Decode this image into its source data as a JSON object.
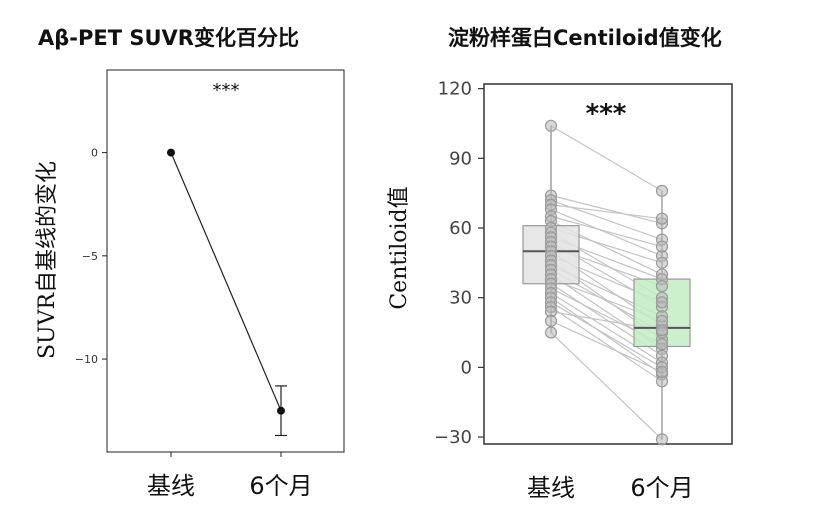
{
  "chart_data": [
    {
      "type": "line",
      "title": "Aβ-PET SUVR变化百分比",
      "ylabel": "SUVR自基线的变化",
      "xlabel": "",
      "categories": [
        "基线",
        "6个月"
      ],
      "values": [
        0,
        -12.5
      ],
      "error": [
        0,
        1.2
      ],
      "yticks": [
        0,
        -5,
        -10
      ],
      "ylim": [
        -14.5,
        4
      ],
      "annotation": "***",
      "grid": false
    },
    {
      "type": "box",
      "title": "淀粉样蛋白Centiloid值变化",
      "ylabel": "Centiloid值",
      "xlabel": "",
      "categories": [
        "基线",
        "6个月"
      ],
      "yticks": [
        120,
        90,
        60,
        30,
        0,
        -30
      ],
      "ylim": [
        -33,
        122
      ],
      "annotation": "***",
      "colors": {
        "baseline_box": "#e3e3e3",
        "month6_box": "#c2edc2",
        "lines": "#c4c4c4",
        "points": "#9a9a9a"
      },
      "boxes": [
        {
          "category": "基线",
          "whisker_low": 15,
          "q1": 36,
          "median": 50,
          "q3": 61,
          "whisker_high": 104
        },
        {
          "category": "6个月",
          "whisker_low": -31,
          "q1": 9,
          "median": 17,
          "q3": 38,
          "whisker_high": 76
        }
      ],
      "paired_points": [
        [
          104,
          76
        ],
        [
          74,
          62
        ],
        [
          72,
          55
        ],
        [
          70,
          64
        ],
        [
          68,
          48
        ],
        [
          65,
          52
        ],
        [
          63,
          40
        ],
        [
          60,
          45
        ],
        [
          58,
          30
        ],
        [
          56,
          38
        ],
        [
          54,
          26
        ],
        [
          52,
          35
        ],
        [
          50,
          18
        ],
        [
          48,
          28
        ],
        [
          46,
          12
        ],
        [
          44,
          22
        ],
        [
          42,
          15
        ],
        [
          40,
          8
        ],
        [
          38,
          20
        ],
        [
          36,
          5
        ],
        [
          34,
          10
        ],
        [
          32,
          2
        ],
        [
          30,
          -3
        ],
        [
          28,
          0
        ],
        [
          26,
          -6
        ],
        [
          24,
          16
        ],
        [
          20,
          -2
        ],
        [
          15,
          -31
        ]
      ]
    }
  ]
}
